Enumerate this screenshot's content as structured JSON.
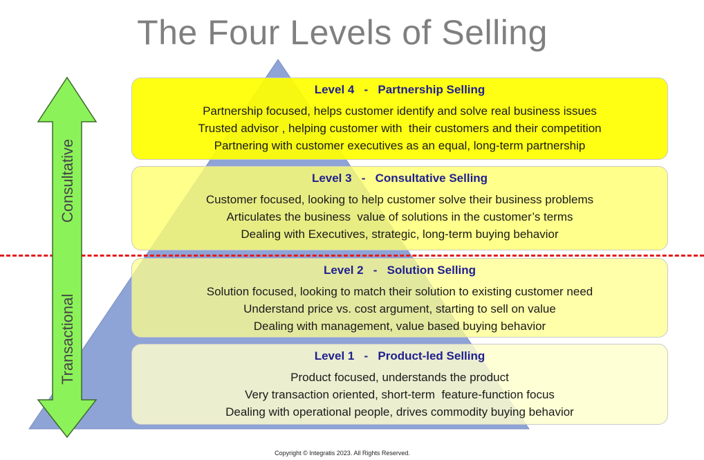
{
  "title": "The Four Levels of Selling",
  "colors": {
    "pyramid": "#8ea3d6",
    "arrow_fill": "#8cf25a",
    "arrow_stroke": "#3d6a2a",
    "divider": "#e31b1b",
    "heading": "#1f1f8f"
  },
  "levels": [
    {
      "heading": "Level 4   -   Partnership Selling",
      "lines": [
        "Partnership focused, helps customer identify and solve real business issues",
        "Trusted advisor , helping customer with  their customers and their competition",
        "Partnering with customer executives as an equal, long-term partnership"
      ]
    },
    {
      "heading": "Level 3   -   Consultative Selling",
      "lines": [
        "Customer focused, looking to help customer solve their business problems",
        "Articulates the business  value of solutions in the customer’s terms",
        "Dealing with Executives, strategic, long-term buying behavior"
      ]
    },
    {
      "heading": "Level 2   -   Solution Selling",
      "lines": [
        "Solution focused, looking to match their solution to existing customer need",
        "Understand price vs. cost argument, starting to sell on value",
        "Dealing with management, value based buying behavior"
      ]
    },
    {
      "heading": "Level 1   -   Product-led Selling",
      "lines": [
        "Product focused, understands the product",
        "Very transaction oriented, short-term  feature-function focus",
        "Dealing with operational people, drives commodity buying behavior"
      ]
    }
  ],
  "arrow_labels": {
    "top": "Consultative",
    "bottom": "Transactional"
  },
  "copyright": "Copyright © Integratis 2023. All Rights Reserved."
}
